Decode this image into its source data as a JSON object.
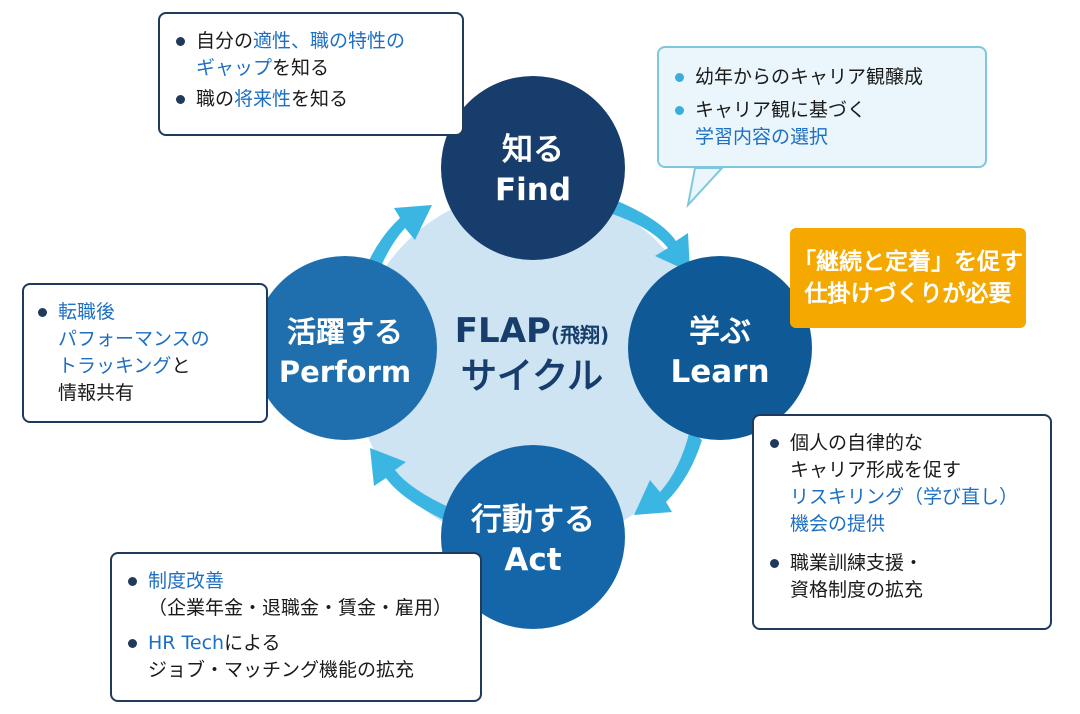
{
  "center": {
    "line1": "FLAP",
    "line1_small": "(飛翔)",
    "line2": "サイクル"
  },
  "nodes": {
    "find": {
      "jp": "知る",
      "en": "Find"
    },
    "learn": {
      "jp": "学ぶ",
      "en": "Learn"
    },
    "act": {
      "jp": "行動する",
      "en": "Act"
    },
    "perform": {
      "jp": "活躍する",
      "en": "Perform"
    }
  },
  "callout": {
    "line1": "「継続と定着」を促す",
    "line2": "仕掛けづくりが必要"
  },
  "box_find": {
    "item1": {
      "a": "自分の",
      "b": "適性、職の特性の",
      "c": "ギャップ",
      "d": "を知る"
    },
    "item2": {
      "a": "職の",
      "b": "将来性",
      "c": "を知る"
    }
  },
  "box_school": {
    "item1": "幼年からのキャリア観醸成",
    "item2": {
      "a": "キャリア観に基づく",
      "b": "学習内容の選択"
    }
  },
  "box_learn": {
    "item1": {
      "a": "個人の自律的な",
      "b": "キャリア形成を促す",
      "c": "リスキリング（学び直し）",
      "d": "機会の提供"
    },
    "item2": {
      "a": "職業訓練支援・",
      "b": "資格制度の拡充"
    }
  },
  "box_act": {
    "item1": {
      "a": "制度改善",
      "b": "（企業年金・退職金・賃金・雇用）"
    },
    "item2": {
      "a": "HR Tech",
      "b": "による",
      "c": "ジョブ・マッチング機能の拡充"
    }
  },
  "box_perform": {
    "item1": {
      "a": "転職後",
      "b": "パフォーマンスの",
      "c": "トラッキング",
      "d": "と",
      "e": "情報共有"
    }
  },
  "colors": {
    "find_node": "#163d6b",
    "learn_node": "#0f5a96",
    "act_node": "#1466a8",
    "perform_node": "#1f6fae",
    "arrow": "#3bb6e3",
    "center_fill": "#cfe4f3",
    "callout": "#f5a800",
    "highlight": "#1d6fc4"
  }
}
